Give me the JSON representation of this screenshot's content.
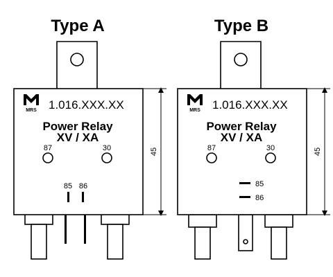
{
  "diagram": {
    "type_a": {
      "title": "Type A",
      "logo_text": "MRS",
      "model": "1.016.XXX.XX",
      "product_line1": "Power Relay",
      "product_line2": "XV / XA",
      "pin_87": "87",
      "pin_30": "30",
      "pin_85": "85",
      "pin_86": "86",
      "dimension": "45"
    },
    "type_b": {
      "title": "Type B",
      "logo_text": "MRS",
      "model": "1.016.XXX.XX",
      "product_line1": "Power Relay",
      "product_line2": "XV / XA",
      "pin_87": "87",
      "pin_30": "30",
      "pin_85": "85",
      "pin_86": "86",
      "dimension": "45"
    }
  }
}
